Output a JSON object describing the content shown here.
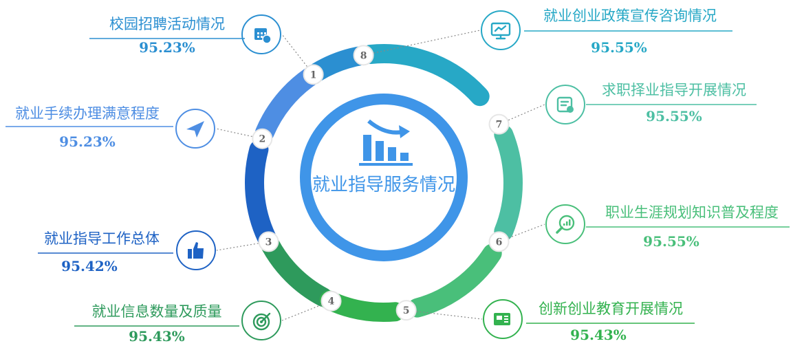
{
  "center": {
    "title": "就业指导服务情况"
  },
  "items": [
    {
      "num": "1",
      "label": "校园招聘活动情况",
      "value": "95.23%",
      "color": "#2b8fd1",
      "icon": "calendar-icon",
      "side": "left"
    },
    {
      "num": "2",
      "label": "就业手续办理满意程度",
      "value": "95.23%",
      "color": "#4e8ee3",
      "icon": "paper-plane-icon",
      "side": "left"
    },
    {
      "num": "3",
      "label": "就业指导工作总体",
      "value": "95.42%",
      "color": "#1e62c4",
      "icon": "thumbs-up-icon",
      "side": "left"
    },
    {
      "num": "4",
      "label": "就业信息数量及质量",
      "value": "95.43%",
      "color": "#2e9a5c",
      "icon": "target-icon",
      "side": "left"
    },
    {
      "num": "5",
      "label": "创新创业教育开展情况",
      "value": "95.43%",
      "color": "#33b24f",
      "icon": "newspaper-icon",
      "side": "right"
    },
    {
      "num": "6",
      "label": "职业生涯规划知识普及程度",
      "value": "95.55%",
      "color": "#49bf7a",
      "icon": "analytics-icon",
      "side": "right"
    },
    {
      "num": "7",
      "label": "求职择业指导开展情况",
      "value": "95.55%",
      "color": "#4dbfa3",
      "icon": "checklist-icon",
      "side": "right"
    },
    {
      "num": "8",
      "label": "就业创业政策宣传咨询情况",
      "value": "95.55%",
      "color": "#27a8c6",
      "icon": "monitor-icon",
      "side": "right"
    }
  ]
}
